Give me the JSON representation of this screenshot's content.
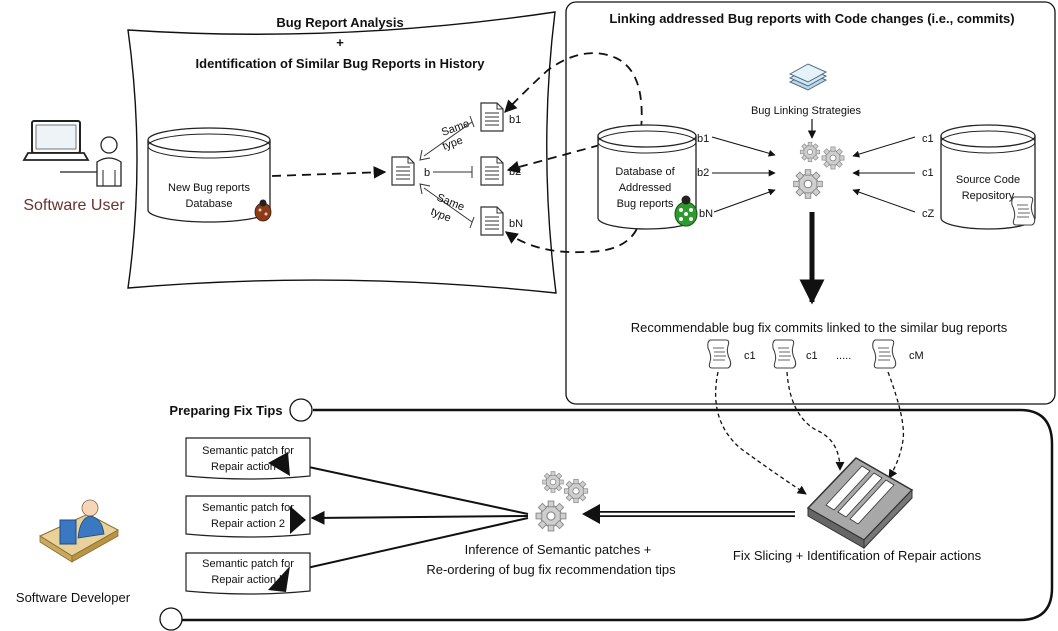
{
  "left_panel": {
    "title_line1": "Bug Report Analysis",
    "title_line2": "+",
    "title_line3": "Identification of Similar Bug Reports in History"
  },
  "right_panel": {
    "title": "Linking addressed Bug reports with Code changes (i.e., commits)",
    "strategies_label": "Bug Linking Strategies",
    "recommend_label": "Recommendable bug fix commits linked to the similar bug reports"
  },
  "software_user": "Software User",
  "software_developer": "Software Developer",
  "new_bug_db": {
    "line1": "New Bug reports",
    "line2": "Database"
  },
  "addressed_db": {
    "line1": "Database of",
    "line2": "Addressed",
    "line3": "Bug reports"
  },
  "source_repo": {
    "line1": "Source Code",
    "line2": "Repository"
  },
  "docs": {
    "b": "b",
    "b1": "b1",
    "b2": "b2",
    "bN": "bN"
  },
  "same_type": {
    "word1": "Same",
    "word2": "type"
  },
  "db_labels": {
    "b1": "b1",
    "b2": "b2",
    "bN": "bN"
  },
  "repo_labels": {
    "c1a": "c1",
    "c1b": "c1",
    "cZ": "cZ"
  },
  "commits": {
    "c1a": "c1",
    "c1b": "c1",
    "dots": ".....",
    "cM": "cM"
  },
  "preparing": "Preparing Fix Tips",
  "patches": [
    {
      "line1": "Semantic patch for",
      "line2": "Repair action 1"
    },
    {
      "line1": "Semantic patch for",
      "line2": "Repair action 2"
    },
    {
      "line1": "Semantic patch for",
      "line2": "Repair action k"
    }
  ],
  "inference": {
    "line1": "Inference of Semantic patches +",
    "line2": "Re-ordering of bug fix recommendation tips"
  },
  "slicing": "Fix Slicing + Identification of Repair actions"
}
